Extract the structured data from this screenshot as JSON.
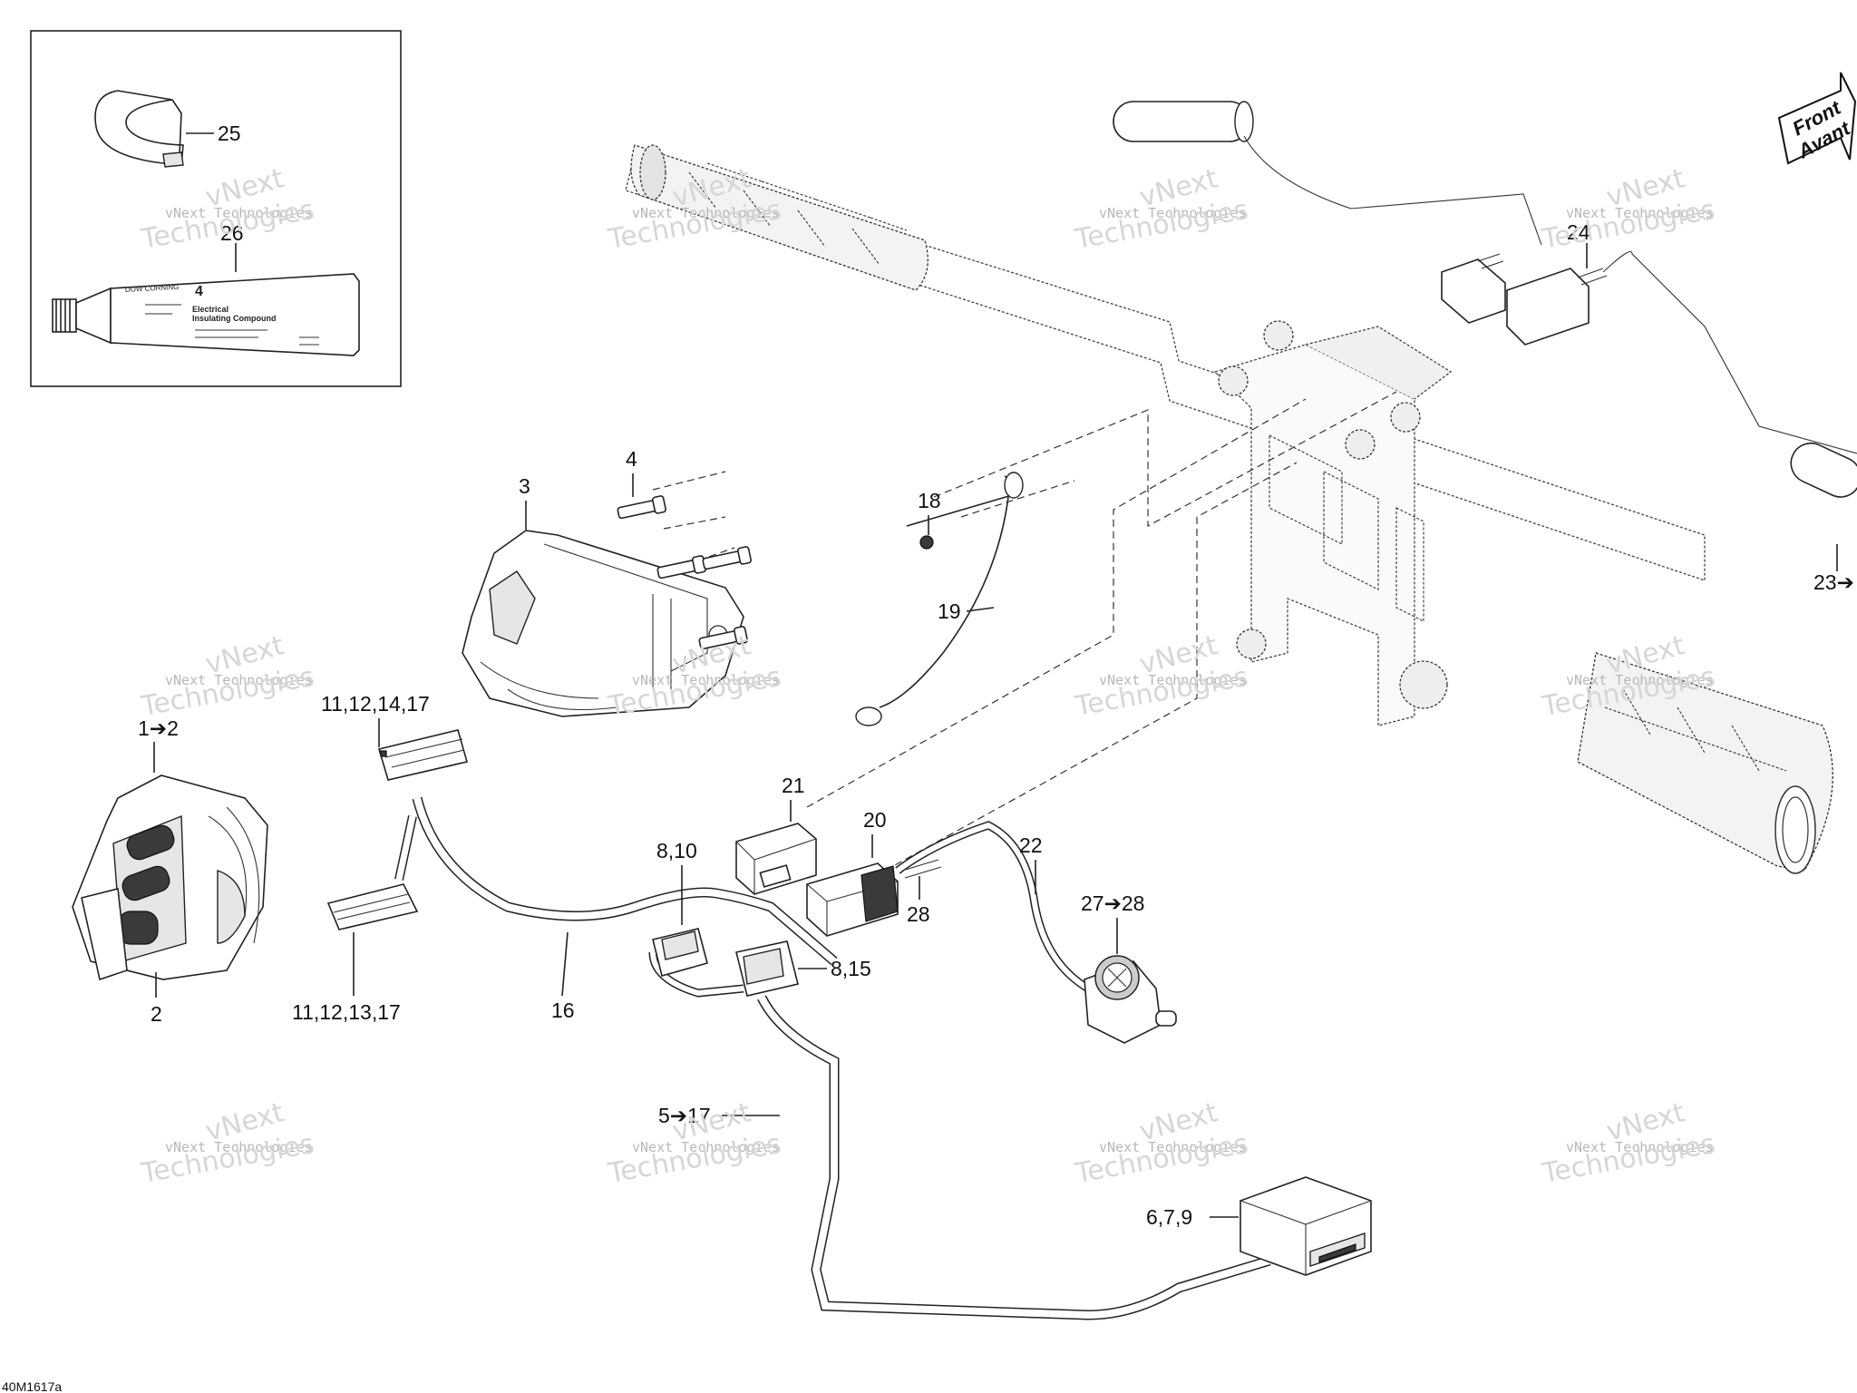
{
  "drawing_id": "40M1617a",
  "front_arrow": {
    "line1": "Front",
    "line2": "Avant"
  },
  "watermark": {
    "line1": "vNext",
    "line2": "vNext Technologies",
    "line3": "Technologies"
  },
  "tube_label": {
    "line1": "DOW CORNING",
    "line2": "4",
    "line3": "Electrical",
    "line4": "Insulating Compound"
  },
  "callouts": {
    "c1": "1➔2",
    "c2": "2",
    "c3": "3",
    "c4": "4",
    "c5": "5➔17",
    "c6": "6,7,9",
    "c8a": "8,10",
    "c8b": "8,15",
    "c11a": "11,12,14,17",
    "c11b": "11,12,13,17",
    "c16": "16",
    "c18": "18",
    "c19": "19",
    "c20": "20",
    "c21": "21",
    "c22": "22",
    "c23": "23➔",
    "c24": "24",
    "c25": "25",
    "c26": "26",
    "c27": "27➔28",
    "c28": "28"
  }
}
